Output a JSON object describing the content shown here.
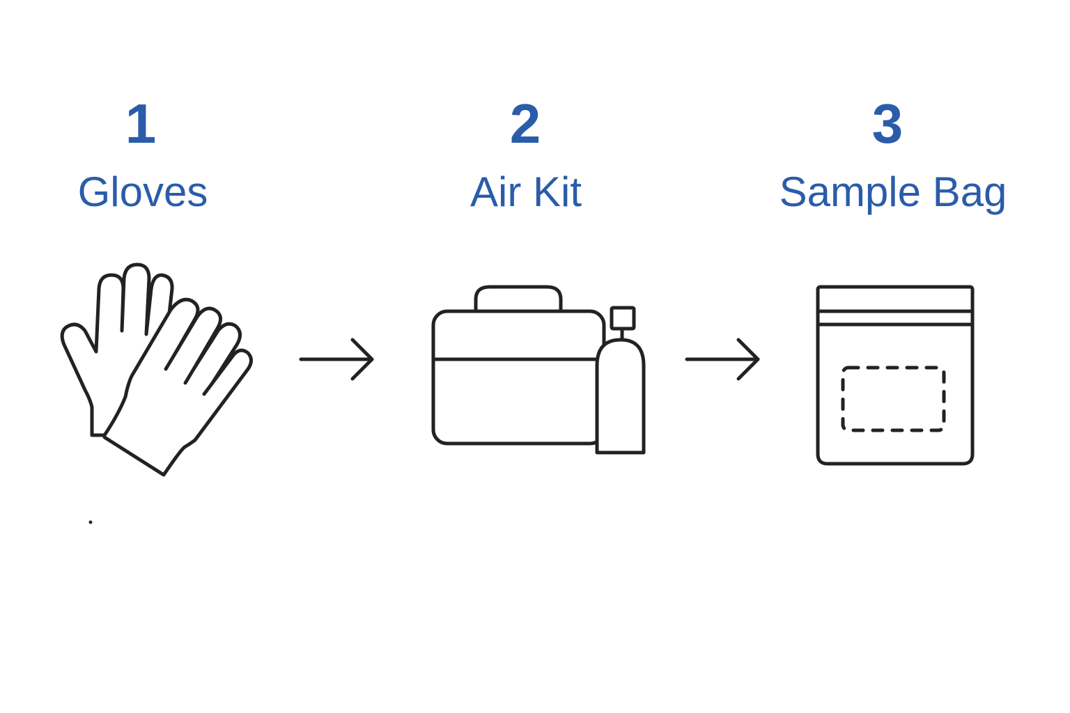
{
  "colors": {
    "accent": "#2a5caa",
    "icon_stroke": "#222222",
    "background": "#ffffff"
  },
  "steps": [
    {
      "number": "1",
      "label": "Gloves",
      "icon": "gloves-icon"
    },
    {
      "number": "2",
      "label": "Air Kit",
      "icon": "air-kit-icon"
    },
    {
      "number": "3",
      "label": "Sample Bag",
      "icon": "sample-bag-icon"
    }
  ],
  "connectors": [
    {
      "icon": "arrow-right-icon",
      "from": "1",
      "to": "2"
    },
    {
      "icon": "arrow-right-icon",
      "from": "2",
      "to": "3"
    }
  ]
}
